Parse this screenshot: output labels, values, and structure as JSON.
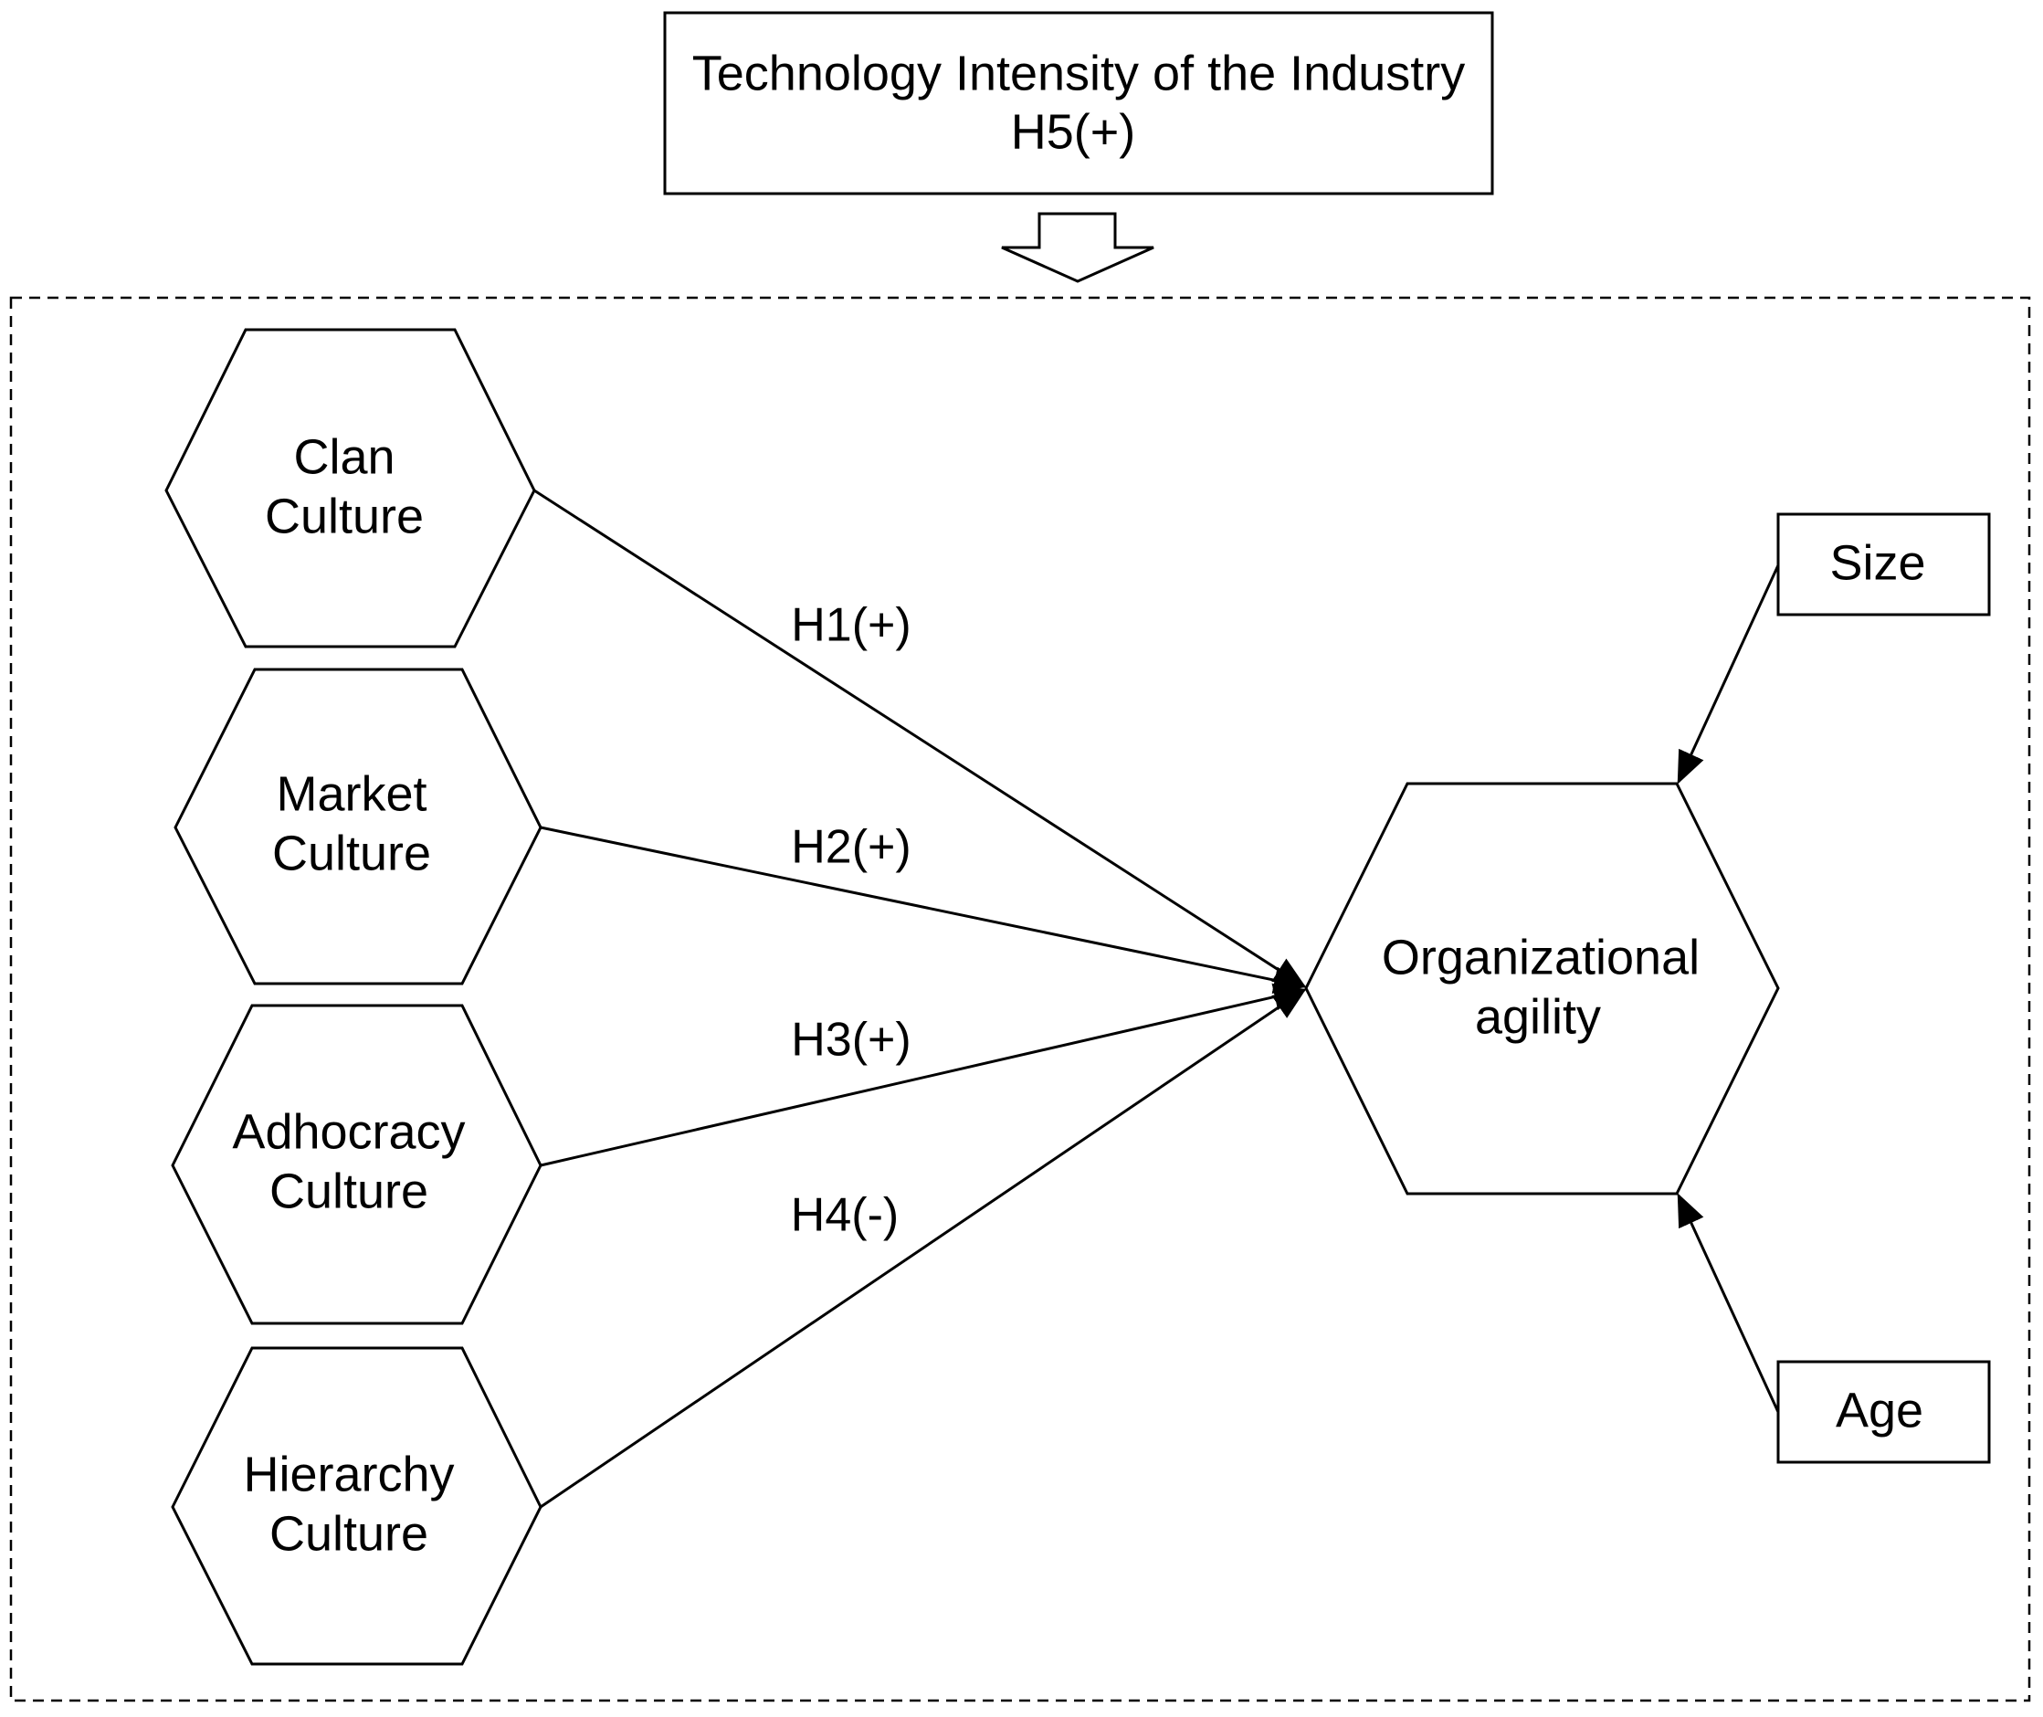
{
  "moderator": {
    "line1": "Technology Intensity of the Industry",
    "line2": "H5(+)"
  },
  "nodes": {
    "clan": {
      "line1": "Clan",
      "line2": "Culture"
    },
    "market": {
      "line1": "Market",
      "line2": "Culture"
    },
    "adhocracy": {
      "line1": "Adhocracy",
      "line2": "Culture"
    },
    "hierarchy": {
      "line1": "Hierarchy",
      "line2": "Culture"
    },
    "agility": {
      "line1": "Organizational",
      "line2": "agility"
    },
    "size": {
      "label": "Size"
    },
    "age": {
      "label": "Age"
    }
  },
  "edges": {
    "h1": "H1(+)",
    "h2": "H2(+)",
    "h3": "H3(+)",
    "h4": "H4(-)"
  }
}
